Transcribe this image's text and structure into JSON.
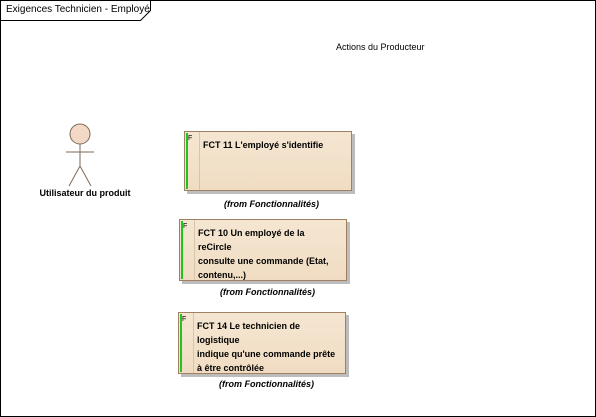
{
  "diagram": {
    "frame_title": "Exigences  Technicien - Employé",
    "partition_label": "Actions du Producteur"
  },
  "actor": {
    "label": "Utilisateur du produit",
    "icon": "stick-figure-icon"
  },
  "requirements": [
    {
      "stereotype": "F",
      "text": "FCT 11 L'employé s'identifie",
      "from": "(from Fonctionnalités)"
    },
    {
      "stereotype": "F",
      "text": "FCT 10 Un employé de la reCircle\nconsulte une commande (Etat,\ncontenu,...)",
      "from": "(from Fonctionnalités)"
    },
    {
      "stereotype": "F",
      "text": "FCT 14 Le technicien de logistique\nindique qu'une commande prête\nà être contrôlée",
      "from": "(from Fonctionnalités)"
    }
  ],
  "colors": {
    "requirement_fill": "#f2dfc8",
    "requirement_border": "#a08060",
    "requirement_bar": "#21c421",
    "actor_head": "#f3d8c6"
  }
}
